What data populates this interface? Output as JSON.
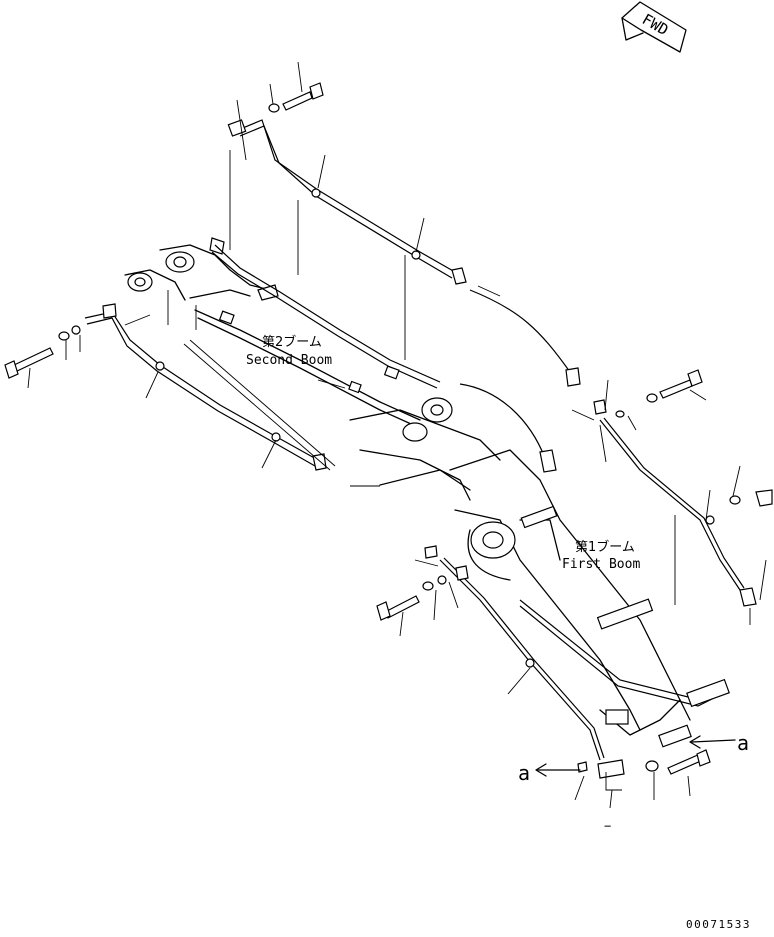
{
  "labels": {
    "fwd": "FWD",
    "second_boom_jp": "第2ブーム",
    "second_boom_en": "Second Boom",
    "first_boom_jp": "第1ブーム",
    "first_boom_en": "First Boom",
    "ref_a_right": "a",
    "ref_a_left": "a",
    "dash": "−",
    "drawing_number": "00071533"
  }
}
